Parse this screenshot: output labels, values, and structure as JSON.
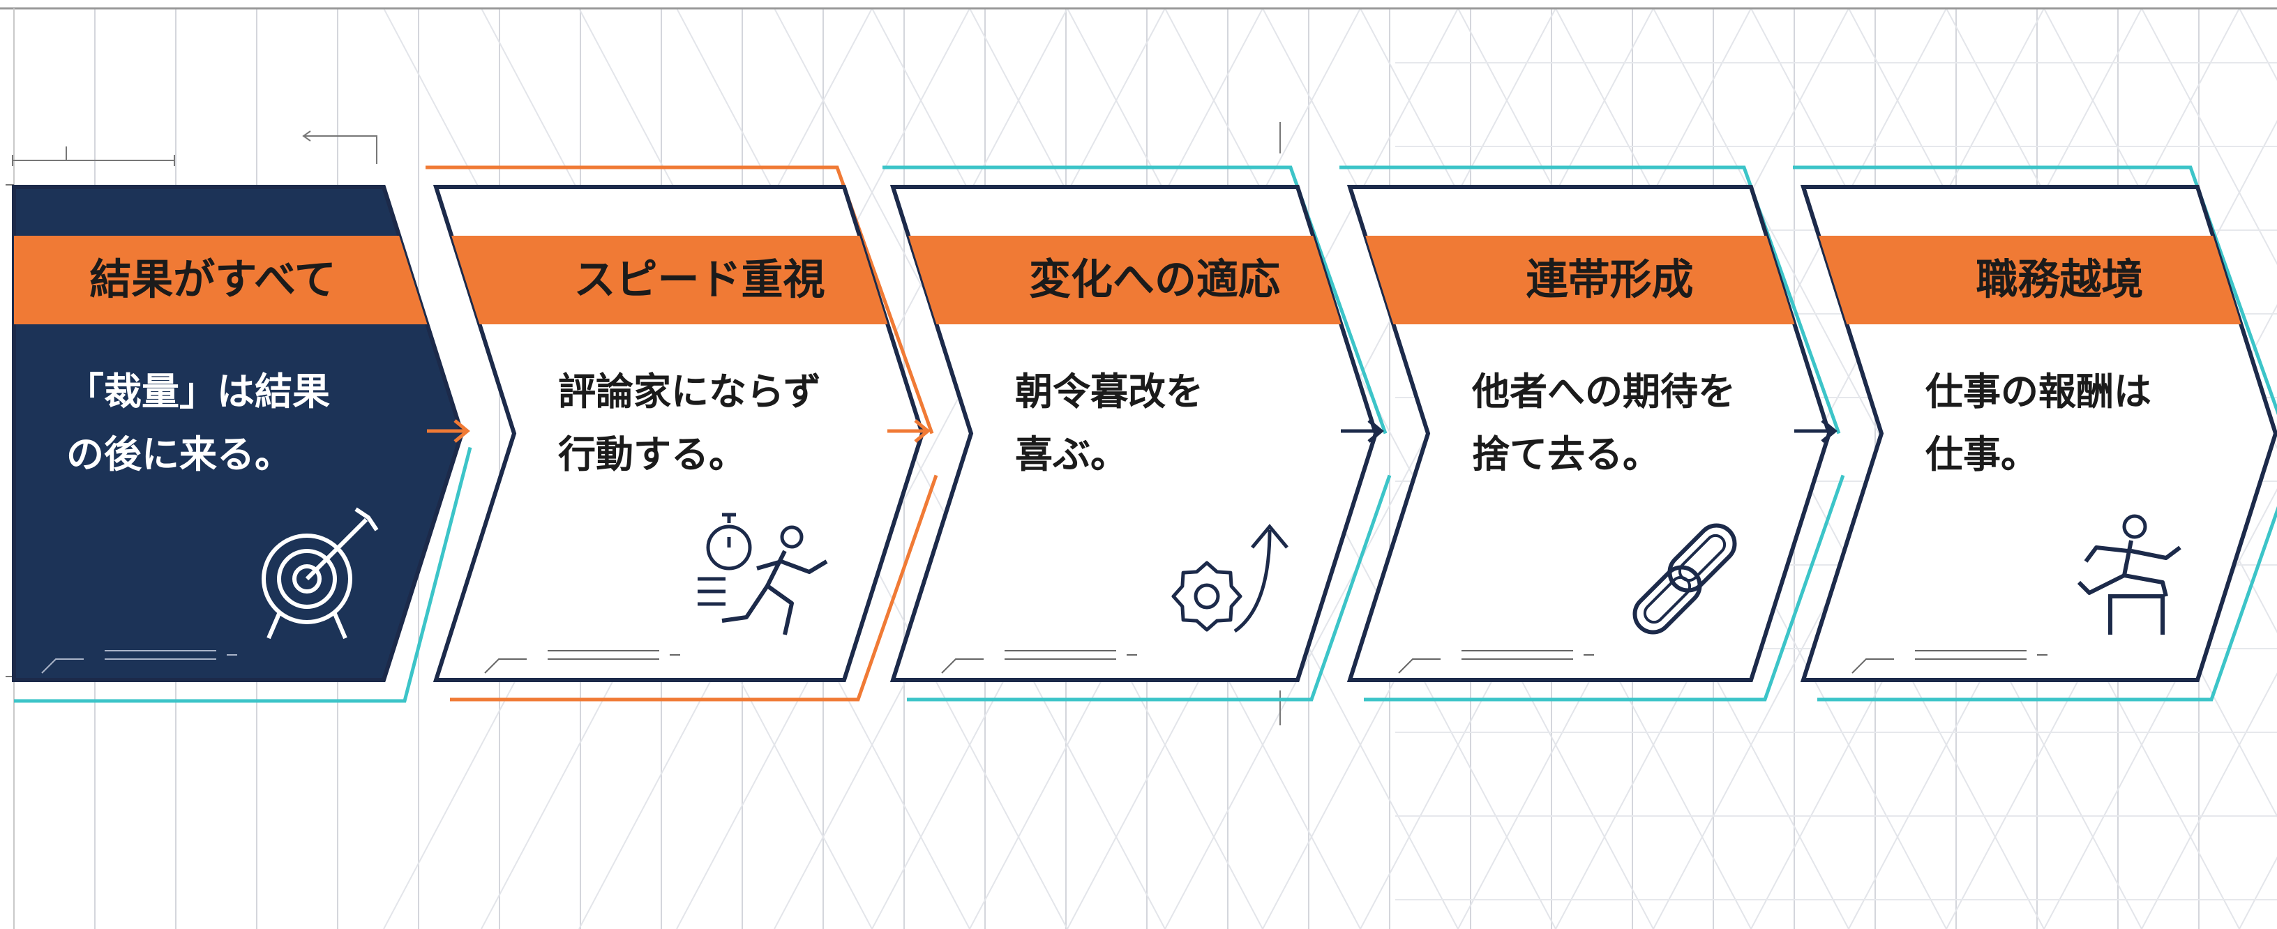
{
  "colors": {
    "navy": "#1c3357",
    "orange": "#f07a35",
    "cyan": "#3cc4c8",
    "outline": "#1c2a4a",
    "grid": "#d4d6dc"
  },
  "steps": [
    {
      "title": "結果がすべて",
      "line1": "「裁量」は結果",
      "line2": "の後に来る。",
      "icon": "target-icon",
      "style": "filled"
    },
    {
      "title": "スピード重視",
      "line1": "評論家にならず",
      "line2": "行動する。",
      "icon": "running-stopwatch-icon",
      "style": "outlined-orange"
    },
    {
      "title": "変化への適応",
      "line1": "朝令暮改を",
      "line2": "喜ぶ。",
      "icon": "gear-up-arrow-icon",
      "style": "outlined-cyan"
    },
    {
      "title": "連帯形成",
      "line1": "他者への期待を",
      "line2": "捨て去る。",
      "icon": "chain-link-icon",
      "style": "outlined-cyan"
    },
    {
      "title": "職務越境",
      "line1": "仕事の報酬は",
      "line2": "仕事。",
      "icon": "hurdle-runner-icon",
      "style": "outlined-cyan"
    }
  ]
}
